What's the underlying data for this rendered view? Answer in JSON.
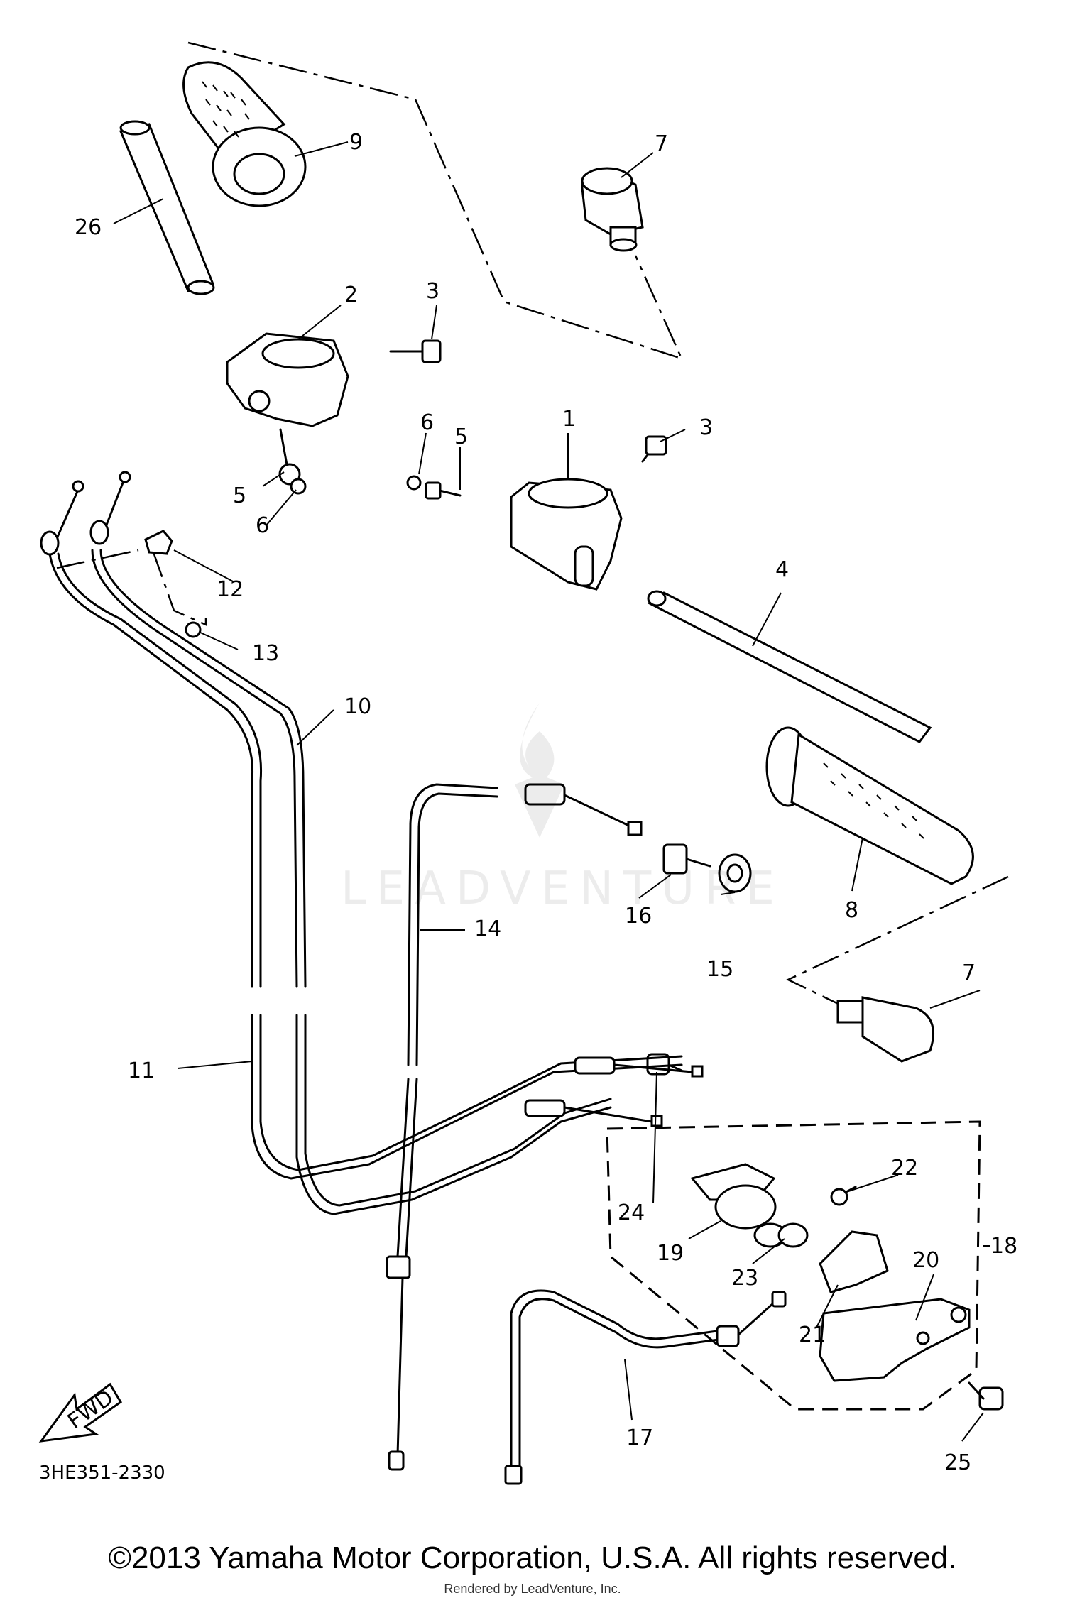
{
  "drawing_code": "3HE351-2330",
  "copyright": "©2013 Yamaha Motor Corporation, U.S.A. All rights reserved.",
  "rendered_by": "Rendered by LeadVenture, Inc.",
  "watermark": "LEADVENTURE",
  "fwd_label": "FWD",
  "callouts": {
    "c1": "1",
    "c2": "2",
    "c3a": "3",
    "c3b": "3",
    "c4": "4",
    "c5a": "5",
    "c5b": "5",
    "c6a": "6",
    "c6b": "6",
    "c7a": "7",
    "c7b": "7",
    "c8": "8",
    "c9": "9",
    "c10": "10",
    "c11": "11",
    "c12": "12",
    "c13": "13",
    "c14": "14",
    "c15": "15",
    "c16": "16",
    "c17": "17",
    "c18": "18",
    "c19": "19",
    "c20": "20",
    "c21": "21",
    "c22": "22",
    "c23": "23",
    "c24": "24",
    "c25": "25",
    "c26": "26"
  }
}
